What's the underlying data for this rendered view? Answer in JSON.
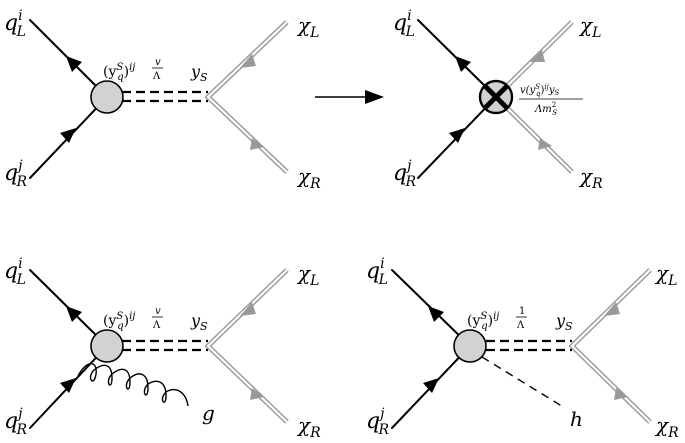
{
  "diagrams": [
    {
      "id": "top-left",
      "quark_in_top": {
        "main": "q",
        "sup": "i",
        "sub": "L"
      },
      "quark_in_bottom": {
        "main": "q",
        "sup": "j",
        "sub": "R"
      },
      "coupling_left": "(y",
      "coupling_left_sub": "q",
      "coupling_left_sup": "S",
      "coupling_left_rest": ")",
      "coupling_left_ij": "ij",
      "coupling_left_frac_num": "v",
      "coupling_left_frac_den": "Λ",
      "coupling_right": "y",
      "coupling_right_sub": "S",
      "dm_top": {
        "main": "χ",
        "sub": "L"
      },
      "dm_bottom": {
        "main": "χ",
        "sub": "R"
      }
    },
    {
      "id": "top-right",
      "quark_in_top": {
        "main": "q",
        "sup": "i",
        "sub": "L"
      },
      "quark_in_bottom": {
        "main": "q",
        "sup": "j",
        "sub": "R"
      },
      "eff_num": "v(y",
      "eff_num_sup": "S",
      "eff_num_sub": "q",
      "eff_num_rest": ")",
      "eff_num_ij": "ij",
      "eff_num_y": "y",
      "eff_num_ysub": "S",
      "eff_den": "Λm",
      "eff_den_sup": "2",
      "eff_den_sub": "S",
      "dm_top": {
        "main": "χ",
        "sub": "L"
      },
      "dm_bottom": {
        "main": "χ",
        "sub": "R"
      }
    },
    {
      "id": "bottom-left",
      "quark_in_top": {
        "main": "q",
        "sup": "i",
        "sub": "L"
      },
      "quark_in_bottom": {
        "main": "q",
        "sup": "j",
        "sub": "R"
      },
      "coupling_left": "(y",
      "coupling_left_sub": "q",
      "coupling_left_sup": "S",
      "coupling_left_rest": ")",
      "coupling_left_ij": "ij",
      "coupling_left_frac_num": "v",
      "coupling_left_frac_den": "Λ",
      "coupling_right": "y",
      "coupling_right_sub": "S",
      "extra_particle": "g",
      "dm_top": {
        "main": "χ",
        "sub": "L"
      },
      "dm_bottom": {
        "main": "χ",
        "sub": "R"
      }
    },
    {
      "id": "bottom-right",
      "quark_in_top": {
        "main": "q",
        "sup": "i",
        "sub": "L"
      },
      "quark_in_bottom": {
        "main": "q",
        "sup": "j",
        "sub": "R"
      },
      "coupling_left": "(y",
      "coupling_left_sub": "q",
      "coupling_left_sup": "S",
      "coupling_left_rest": ")",
      "coupling_left_ij": "ij",
      "coupling_left_frac_num": "1",
      "coupling_left_frac_den": "Λ",
      "coupling_right": "y",
      "coupling_right_sub": "S",
      "extra_particle": "h",
      "dm_top": {
        "main": "χ",
        "sub": "L"
      },
      "dm_bottom": {
        "main": "χ",
        "sub": "R"
      }
    }
  ],
  "colors": {
    "blob_fill": "#d2d2d2",
    "dark_matter_line": "#999999",
    "line": "#000000"
  }
}
